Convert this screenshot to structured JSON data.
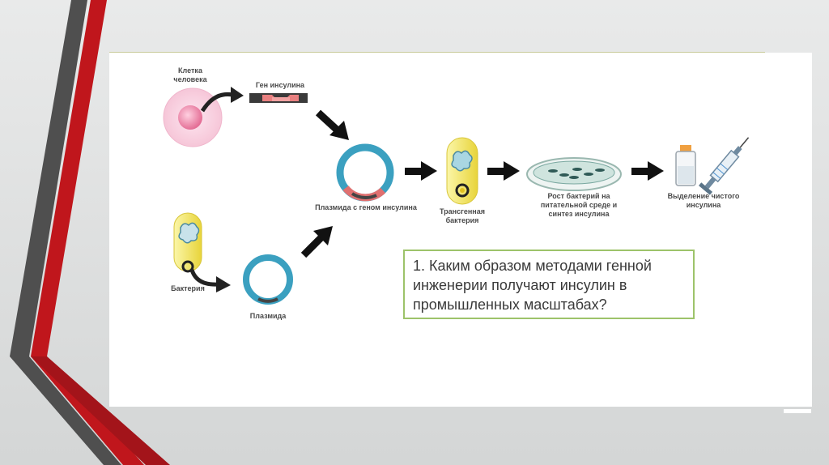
{
  "diagram": {
    "labels": {
      "human_cell": "Клетка человека",
      "insulin_gene": "Ген инсулина",
      "plasmid_with_gene": "Плазмида с геном инсулина",
      "transgenic_bacterium": "Трансгенная бактерия",
      "bacterium": "Бактерия",
      "plasmid": "Плазмида",
      "bacteria_growth": "Рост бактерий на питательной среде и синтез инсулина",
      "pure_insulin": "Выделение чистого инсулина"
    }
  },
  "question": {
    "text": "1. Каким образом методами генной инженерии получают инсулин в промышленных масштабах?"
  },
  "colors": {
    "accent_red": "#c0161c",
    "accent_dark": "#4d4d4d",
    "box_border": "#9dc36a",
    "plasmid_blue": "#3ba0c0",
    "gene_pink": "#e07070",
    "bacterium_yellow": "#f2e35a"
  }
}
